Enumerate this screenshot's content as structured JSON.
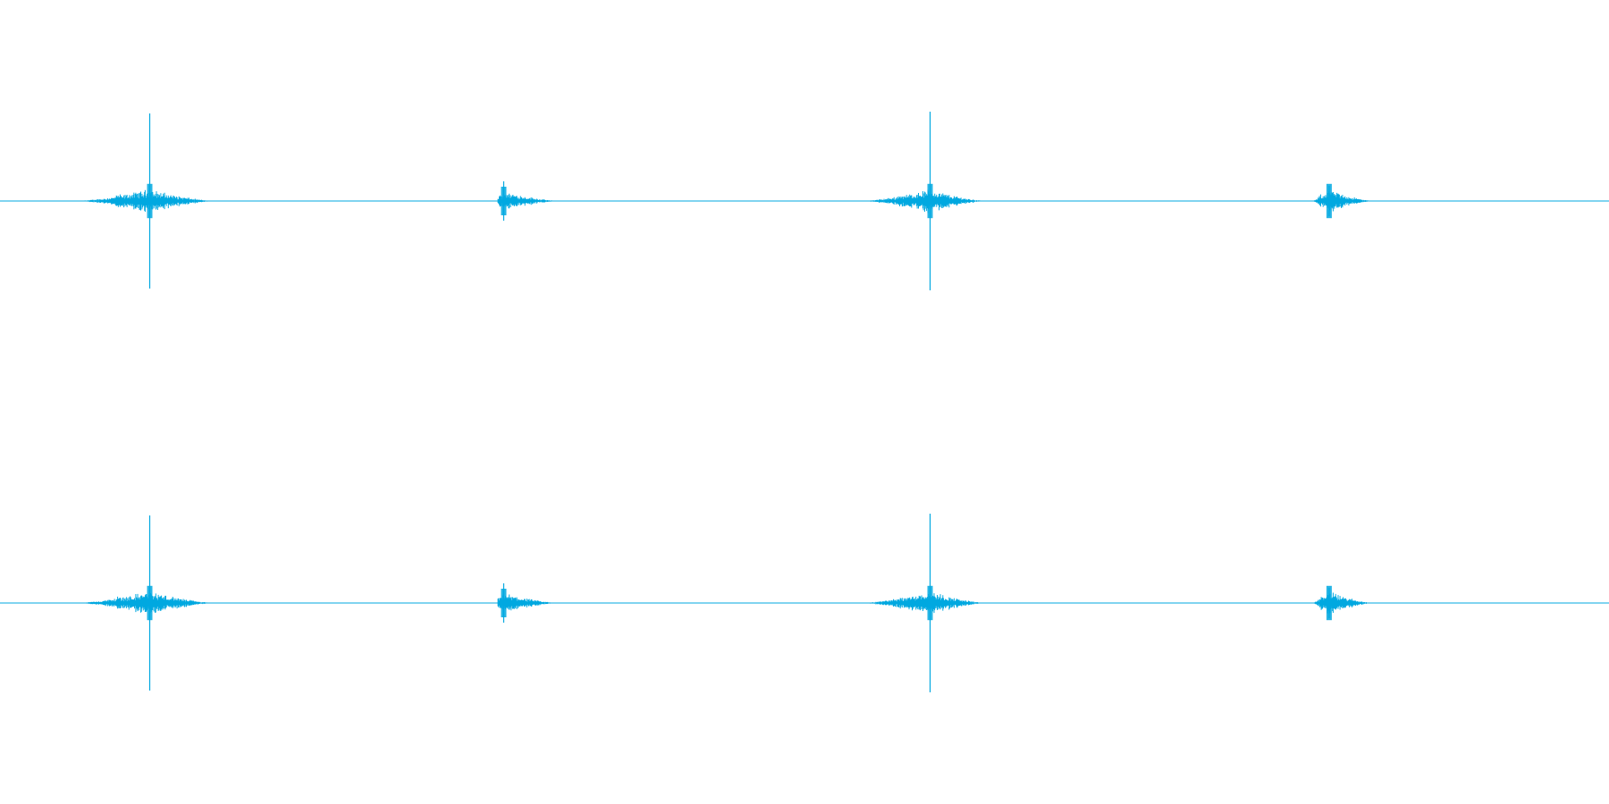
{
  "colors": {
    "background": "#ffffff",
    "waveform": "#00a8e0"
  },
  "chart_data": {
    "type": "waveform",
    "title": "",
    "xlabel": "",
    "ylabel": "",
    "grid": false,
    "x_range": [
      0,
      1
    ],
    "amplitude_range": [
      -1,
      1
    ],
    "channels": [
      {
        "events": [
          {
            "t": 0.0925,
            "peak_pos": 0.98,
            "peak_neg": 0.98,
            "body": 0.12,
            "spread_left": 0.047,
            "spread_right": 0.041
          },
          {
            "t": 0.3125,
            "peak_pos": 0.22,
            "peak_neg": 0.22,
            "body": 0.1,
            "spread_left": 0.003,
            "spread_right": 0.035
          },
          {
            "t": 0.5775,
            "peak_pos": 1.0,
            "peak_neg": 1.0,
            "body": 0.12,
            "spread_left": 0.044,
            "spread_right": 0.036
          },
          {
            "t": 0.8255,
            "peak_pos": 0.17,
            "peak_neg": 0.17,
            "body": 0.12,
            "spread_left": 0.009,
            "spread_right": 0.028
          }
        ]
      },
      {
        "events": [
          {
            "t": 0.0925,
            "peak_pos": 0.98,
            "peak_neg": 0.98,
            "body": 0.12,
            "spread_left": 0.047,
            "spread_right": 0.041
          },
          {
            "t": 0.3125,
            "peak_pos": 0.22,
            "peak_neg": 0.22,
            "body": 0.1,
            "spread_left": 0.003,
            "spread_right": 0.035
          },
          {
            "t": 0.5775,
            "peak_pos": 1.0,
            "peak_neg": 1.0,
            "body": 0.12,
            "spread_left": 0.044,
            "spread_right": 0.036
          },
          {
            "t": 0.8255,
            "peak_pos": 0.17,
            "peak_neg": 0.17,
            "body": 0.12,
            "spread_left": 0.009,
            "spread_right": 0.028
          }
        ]
      }
    ]
  }
}
